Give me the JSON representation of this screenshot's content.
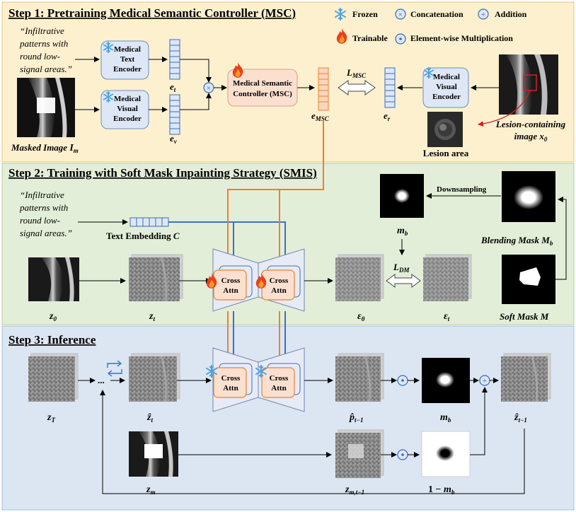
{
  "step1": {
    "title": "Step 1: Pretraining Medical Semantic Controller (MSC)",
    "prompt_lines": [
      "“Infiltrative",
      "patterns with",
      "round low-",
      "signal areas.”"
    ],
    "text_encoder": [
      "Medical",
      "Text",
      "Encoder"
    ],
    "visual_encoder": [
      "Medical",
      "Visual",
      "Encoder"
    ],
    "msc_box": [
      "Medical Semantic",
      "Controller (MSC)"
    ],
    "visual_encoder_right": [
      "Medical",
      "Visual",
      "Encoder"
    ],
    "e_t": "e",
    "e_t_sub": "t",
    "e_v": "e",
    "e_v_sub": "v",
    "e_msc": "e",
    "e_msc_sub": "MSC",
    "e_r": "e",
    "e_r_sub": "r",
    "loss": "L",
    "loss_sub": "MSC",
    "masked_image": "Masked Image ",
    "masked_image_var": "I",
    "masked_image_sub": "m",
    "lesion_area": "Lesion area",
    "lesion_image_line1": "Lesion-containing",
    "lesion_image_line2": "image ",
    "lesion_image_var": "x",
    "lesion_image_sub": "0"
  },
  "legend": {
    "frozen": "Frozen",
    "trainable": "Trainable",
    "concatenation": "Concatenation",
    "element_wise": "Element-wise Multiplication",
    "addition": "Addition"
  },
  "step2": {
    "title": "Step 2: Training with Soft Mask Inpainting Strategy (SMIS)",
    "prompt_lines": [
      "“Infiltrative",
      "patterns with",
      "round low-",
      "signal areas.”"
    ],
    "text_embedding": "Text Embedding ",
    "text_embedding_var": "C",
    "cross_attn": [
      "Cross",
      "Attn"
    ],
    "z0": "z",
    "z0_sub": "0",
    "zt": "z",
    "zt_sub": "t",
    "eps_theta": "ε",
    "eps_theta_sub": "θ",
    "eps_t": "ε",
    "eps_t_sub": "t",
    "loss": "L",
    "loss_sub": "DM",
    "downsampling": "Downsampling",
    "mb": "m",
    "mb_sub": "b",
    "blending_mask": "Blending Mask ",
    "blending_mask_var": "M",
    "blending_mask_sub": "b",
    "soft_mask": "Soft Mask ",
    "soft_mask_var": "M"
  },
  "step3": {
    "title": "Step 3: Inference",
    "zT": "z",
    "zT_sub": "T",
    "zhat_t": "ẑ",
    "zhat_t_sub": "t",
    "dots": "...",
    "phat": "p̂",
    "phat_sub": "t−1",
    "mb": "m",
    "mb_sub": "b",
    "zhat_out": "ẑ",
    "zhat_out_sub": "t−1",
    "zm": "z",
    "zm_sub": "m",
    "zmt": "z",
    "zmt_sub": "m,t−1",
    "one_minus": "1 − ",
    "one_minus_var": "m",
    "one_minus_sub": "b"
  },
  "colors": {
    "step1_bg": "#fdf0cf",
    "step2_bg": "#e3eed8",
    "step3_bg": "#dce6f2",
    "orange_arrow": "#e9822f",
    "blue_arrow": "#3f6fc5",
    "box_fill": "#dde7f6",
    "msc_fill": "#fbe0d0"
  }
}
